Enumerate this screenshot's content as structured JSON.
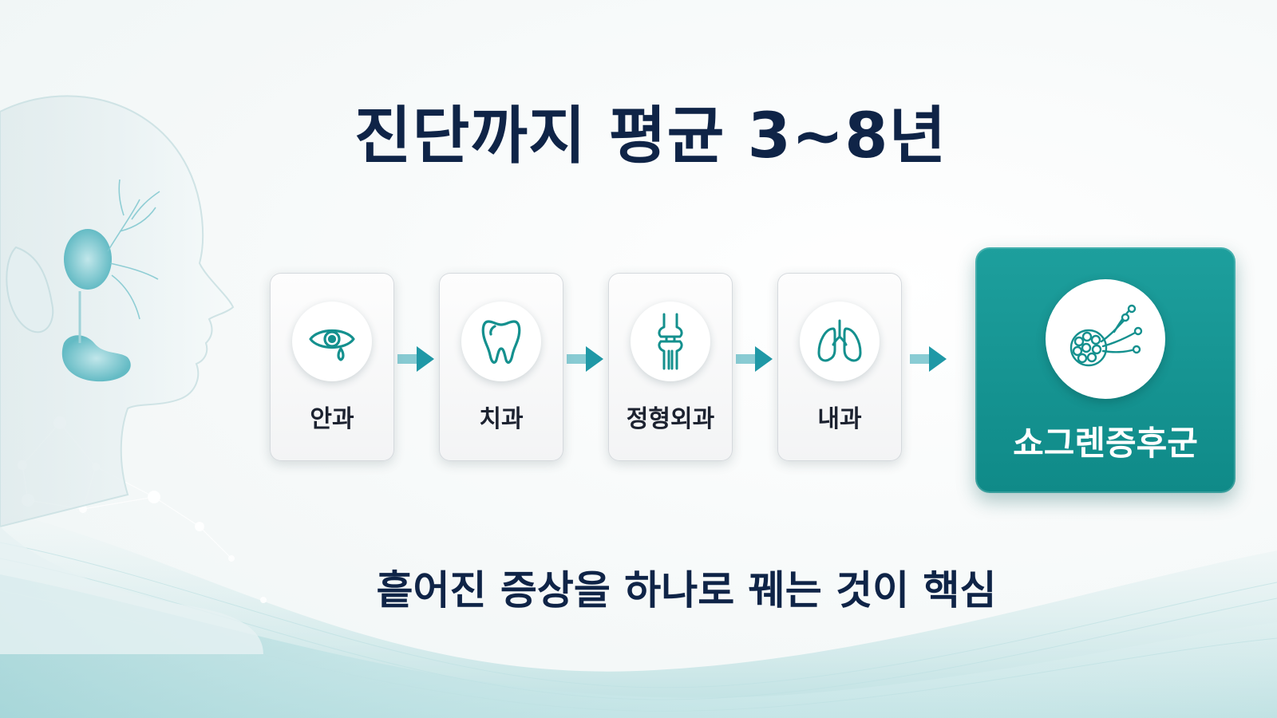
{
  "title": "진단까지 평균 3~8년",
  "steps": [
    {
      "label": "안과",
      "icon": "eye-tear-icon"
    },
    {
      "label": "치과",
      "icon": "tooth-icon"
    },
    {
      "label": "정형외과",
      "icon": "knee-joint-icon"
    },
    {
      "label": "내과",
      "icon": "lungs-icon"
    }
  ],
  "final": {
    "label": "쇼그렌증후군",
    "icon": "gland-duct-icon"
  },
  "subtitle": "흩어진 증상을 하나로 꿰는 것이 핵심",
  "colors": {
    "teal": "#14908e",
    "navy": "#0f2447",
    "arrow": "#2aa3b0"
  }
}
